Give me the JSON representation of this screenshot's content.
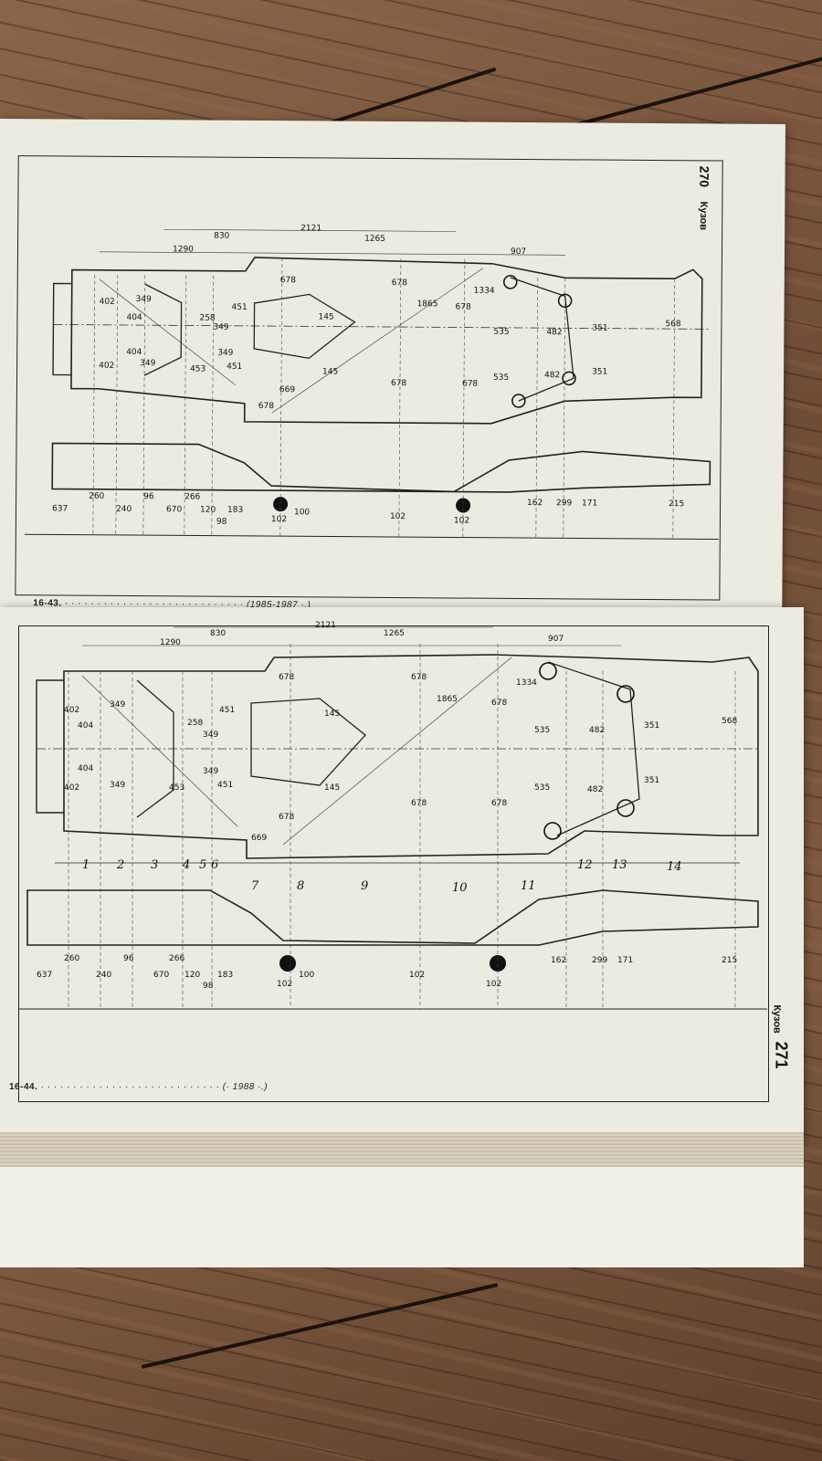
{
  "top_page": {
    "page_number": "270",
    "header_word": "Кузов",
    "caption_figure": "16-43.",
    "caption_years": "(1985-1987 ·.)",
    "plan_dims": [
      "830",
      "2121",
      "1265",
      "907",
      "1290",
      "678",
      "678",
      "1334",
      "1865",
      "678",
      "402",
      "349",
      "404",
      "258",
      "349",
      "451",
      "145",
      "535",
      "482",
      "351",
      "568",
      "404",
      "349",
      "402",
      "349",
      "453",
      "451",
      "145",
      "535",
      "482",
      "351",
      "678",
      "678",
      "669",
      "678"
    ],
    "side_dims": [
      "260",
      "637",
      "240",
      "96",
      "670",
      "266",
      "120",
      "98",
      "183",
      "102",
      "100",
      "102",
      "102",
      "162",
      "299",
      "171",
      "215"
    ]
  },
  "bottom_page": {
    "page_number": "271",
    "header_word": "Кузов",
    "caption_figure": "16-44.",
    "caption_years": "(· 1988 ·.)",
    "plan_dims": [
      "830",
      "2121",
      "1265",
      "907",
      "1290",
      "678",
      "678",
      "1334",
      "1865",
      "678",
      "402",
      "349",
      "451",
      "404",
      "258",
      "349",
      "145",
      "535",
      "482",
      "351",
      "568",
      "404",
      "349",
      "402",
      "349",
      "453",
      "451",
      "145",
      "678",
      "678",
      "535",
      "482",
      "351",
      "678",
      "669"
    ],
    "section_numbers": [
      "1",
      "2",
      "3",
      "4",
      "5",
      "6",
      "7",
      "8",
      "9",
      "10",
      "11",
      "12",
      "13",
      "14"
    ],
    "side_dims": [
      "260",
      "637",
      "240",
      "96",
      "670",
      "266",
      "120",
      "98",
      "183",
      "102",
      "100",
      "102",
      "102",
      "162",
      "299",
      "171",
      "215"
    ]
  }
}
